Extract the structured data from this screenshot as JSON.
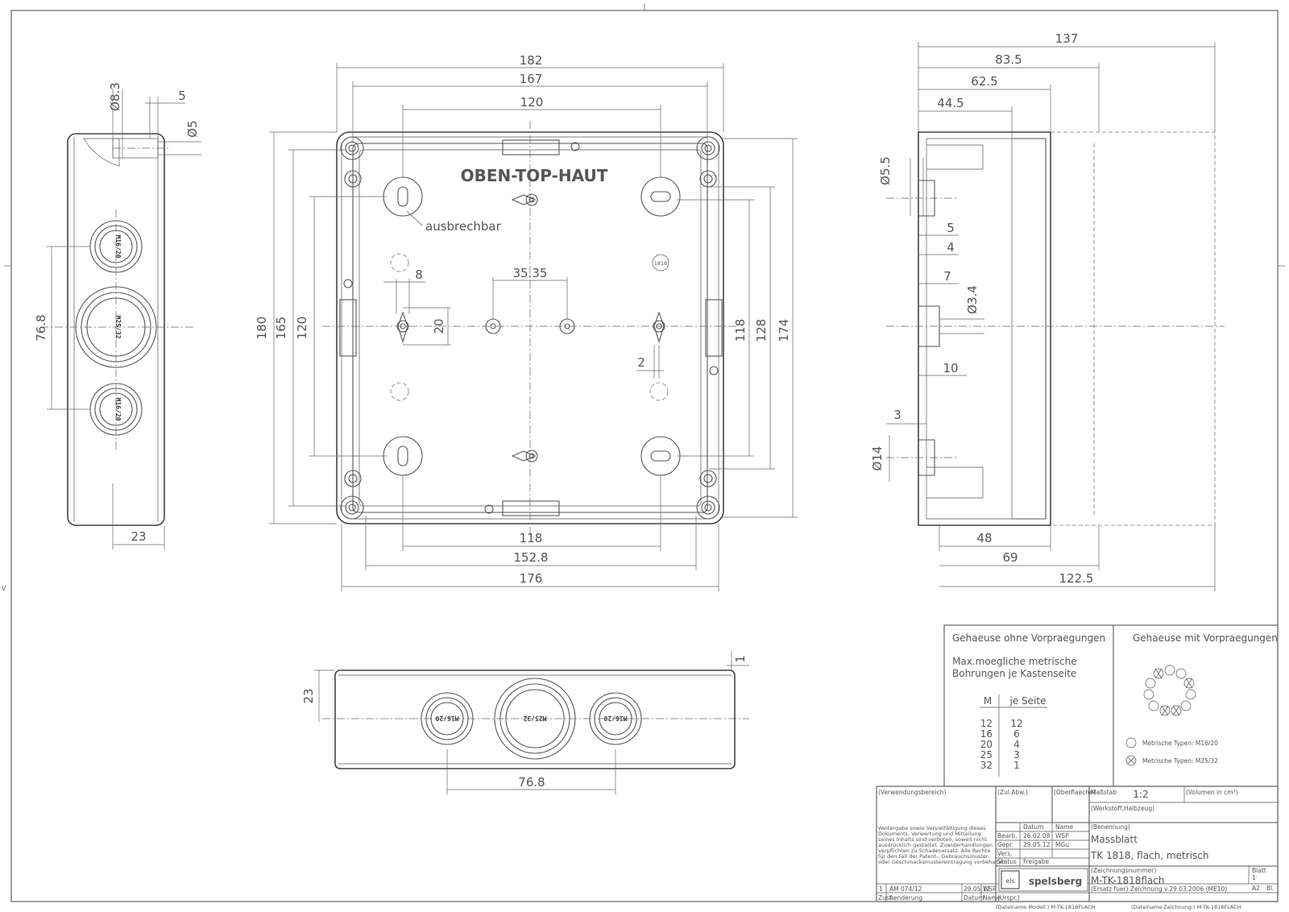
{
  "front_view": {
    "label_oben": "OBEN-TOP-HAUT",
    "label_ausbrechbar": "ausbrechbar",
    "label_model": "1818",
    "dims": {
      "w182": "182",
      "w167": "167",
      "w120": "120",
      "w35": "35.35",
      "w8": "8",
      "h180": "180",
      "h165": "165",
      "h120": "120",
      "h20": "20",
      "h118": "118",
      "h128": "128",
      "h174": "174",
      "d2": "2",
      "b118": "118",
      "b152": "152.8",
      "b176": "176"
    }
  },
  "side_view": {
    "d_diam83": "Ø8.3",
    "d5": "5",
    "d_diam5": "Ø5",
    "d76": "76.8",
    "d23": "23",
    "glands": [
      "M16/20",
      "M25/32",
      "M16/20"
    ]
  },
  "bottom_view": {
    "d23": "23",
    "d1": "1",
    "d76": "76.8",
    "glands": [
      "M16/20",
      "M25/32",
      "M16/20"
    ]
  },
  "section_view": {
    "d137": "137",
    "d83": "83.5",
    "d62": "62.5",
    "d44": "44.5",
    "d_diam55": "Ø5.5",
    "d5": "5",
    "d4": "4",
    "d7": "7",
    "d_diam34": "Ø3.4",
    "d10": "10",
    "d3": "3",
    "d_diam14": "Ø14",
    "d48": "48",
    "d69": "69",
    "d122": "122.5"
  },
  "info": {
    "left_title": "Gehaeuse ohne Vorpraegungen",
    "right_title": "Gehaeuse mit Vorpraegungen",
    "max_line1": "Max.moegliche metrische",
    "max_line2": "Bohrungen je Kastenseite",
    "col_m": "M",
    "col_seite": "je Seite",
    "rows": [
      {
        "m": "12",
        "n": "12"
      },
      {
        "m": "16",
        "n": "6"
      },
      {
        "m": "20",
        "n": "4"
      },
      {
        "m": "25",
        "n": "3"
      },
      {
        "m": "32",
        "n": "1"
      }
    ],
    "legend1": "Metrische Typen: M16/20",
    "legend2": "Metrische Typen: M25/32"
  },
  "title_block": {
    "verwendung": "(Verwendungsbereich)",
    "zul": "(Zul.Abw.)",
    "oberfl": "(Oberflaeche)",
    "massstab_label": "Maßstab",
    "massstab": "1:2",
    "volumen": "(Volumen in cm³)",
    "werkstoff": "(Werkstoff,Halbzeug)",
    "notice": [
      "Weitergabe sowie Vervielfältigung dieses",
      "Dokuments, Verwertung und Mitteilung",
      "seines Inhalts sind verboten, soweit nicht",
      "ausdrücklich gestattet. Zuwiderhandlungen",
      "verpflichten zu Schadenersatz. Alle Rechte",
      "für den Fall der Patent-, Gebrauchsmuster-",
      "oder Geschmacksmustereintragung vorbehalten."
    ],
    "h_datum": "Datum",
    "h_name": "Name",
    "bearb": "Bearb.",
    "bearb_d": "26.02.08",
    "bearb_n": "WSP",
    "gepr": "Gepr.",
    "gepr_d": "29.05.12",
    "gepr_n": "MGu",
    "vers": "Vers.",
    "status": "Status",
    "freigabe": "Freigabe",
    "benennung": "(Benennung)",
    "name1": "Massblatt",
    "name2": "TK 1818, flach, metrisch",
    "zeichnungsnummer": "(Zeichnungsnummer)",
    "number": "M-TK-1818flach",
    "blatt_label": "Blatt",
    "blatt": "1",
    "format": "A2",
    "bl": "Bl.",
    "ersatz": "(Ersatz fuer)  Zeichnung v.29.03.2006 (ME10)",
    "rev_nr": "1",
    "rev_text": "ÄM 074/12",
    "rev_date": "29.05.12",
    "rev_name": "WSP",
    "zust": "Zust.",
    "aenderung": "Aenderung",
    "datum": "Datum",
    "name": "Name",
    "urspr": "(Urspr.)",
    "logo": "spelsberg",
    "file_model": "(Dateiname Modell:) M-TK-1818FLACH",
    "file_drawing": "(Dateiname Zeichnung:) M-TK-1818FLACH"
  }
}
